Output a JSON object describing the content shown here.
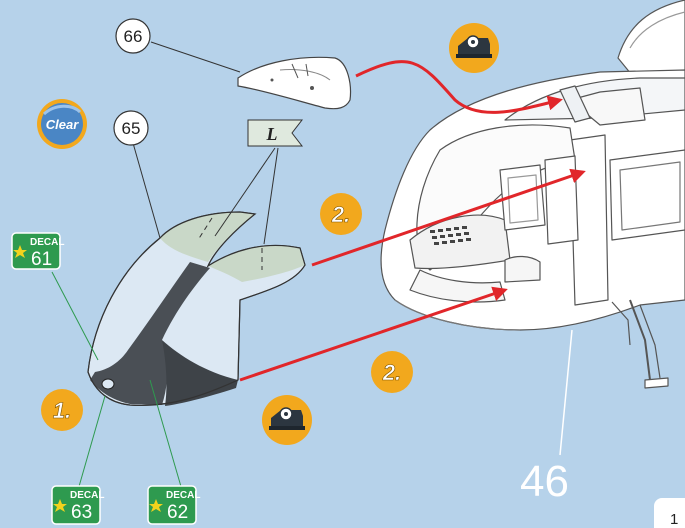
{
  "parts": {
    "windshield_top": "66",
    "windshield_main": "65",
    "fuselage": "46"
  },
  "material": {
    "clear_label": "Clear"
  },
  "flag_letter": "L",
  "steps": {
    "step1": "1.",
    "step2_upper": "2.",
    "step2_lower": "2."
  },
  "decals": {
    "word": "DECAL",
    "d61": "61",
    "d63": "63",
    "d62": "62"
  },
  "page_number": "1",
  "icons": {
    "tape": "tape-dispenser-icon",
    "decal_star": "star-icon"
  },
  "colors": {
    "background": "#b6d2ea",
    "arrow": "#e1262a",
    "step_badge": "#f2a81d",
    "decal_green": "#2e9a4f",
    "glass": "#dce8f3",
    "glass_tint": "#c9d8c8"
  }
}
